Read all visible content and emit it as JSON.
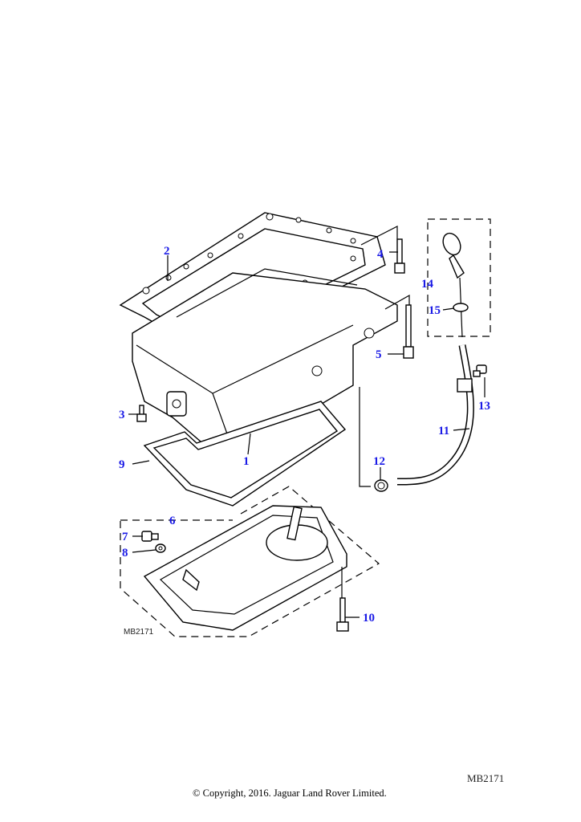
{
  "diagram": {
    "reference_inner": "MB2171",
    "reference_outer": "MB2171",
    "copyright": "© Copyright, 2016. Jaguar Land Rover Limited.",
    "callouts": [
      "1",
      "2",
      "3",
      "4",
      "5",
      "6",
      "7",
      "8",
      "9",
      "10",
      "11",
      "12",
      "13",
      "14",
      "15"
    ],
    "callout_color": "#1a1ae6"
  }
}
